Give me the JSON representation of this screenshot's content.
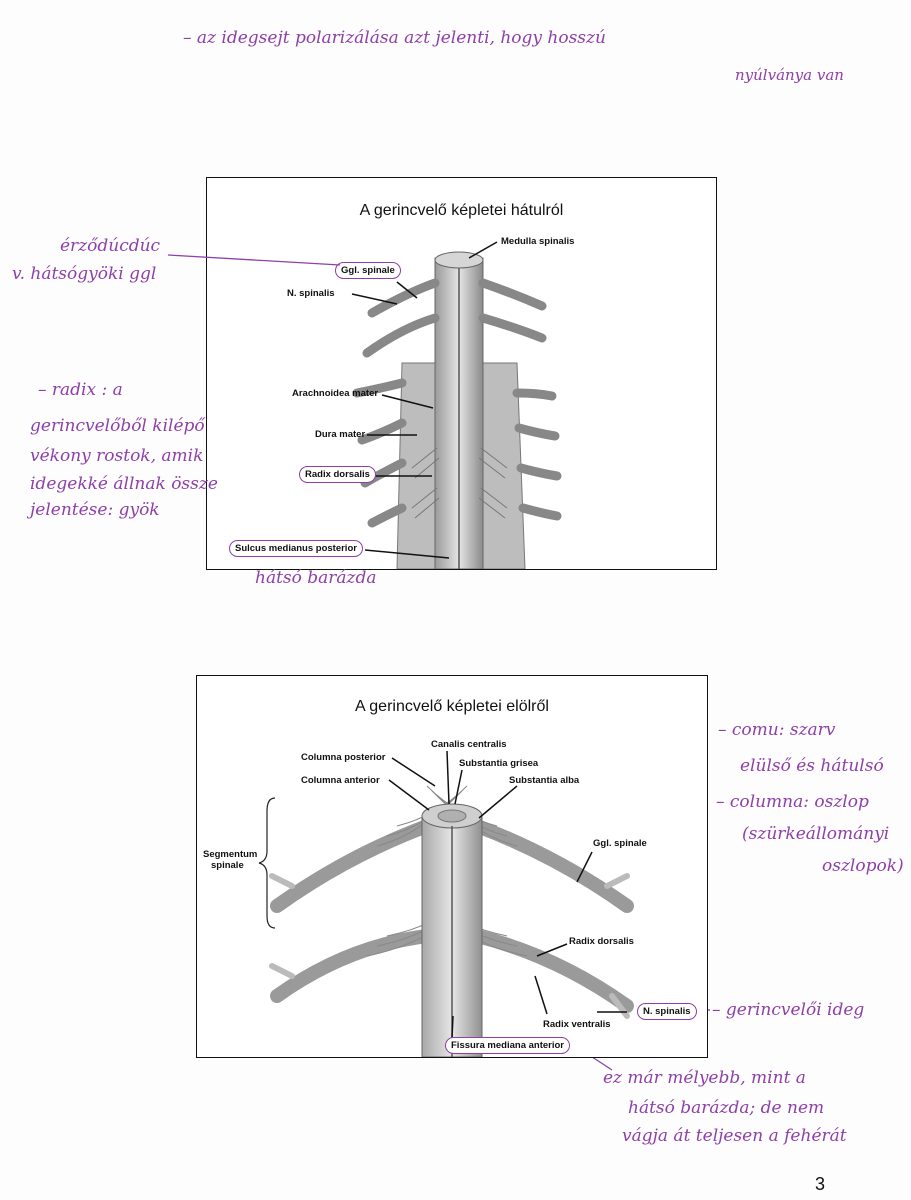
{
  "notes": {
    "top_line1": "– az idegsejt polarizálása azt jelenti, hogy hosszú",
    "top_line2": "nyúlványa van",
    "ggl_note_line1": "érződúcdúc",
    "ggl_note_line2": "v. hátsógyöki ggl",
    "radix_note": [
      "– radix : a",
      "gerincvelőből kilépő",
      "vékony rostok, amik",
      "idegekké állnak össze",
      "jelentése: gyök"
    ],
    "sulcus_note": "hátsó barázda",
    "right_notes": [
      "– comu: szarv",
      "elülső és hátulsó",
      "– columna: oszlop",
      "(szürkeállományi",
      "oszlopok)"
    ],
    "n_spinalis_note": "– gerincvelői ideg",
    "fissura_note": [
      "ez már mélyebb, mint a",
      "hátsó barázda; de nem",
      "vágja át teljesen a fehérát"
    ]
  },
  "slide1": {
    "title": "A gerincvelő képletei hátulról",
    "labels": {
      "medulla": "Medulla spinalis",
      "ggl": "Ggl. spinale",
      "nspinalis": "N. spinalis",
      "arachnoidea": "Arachnoidea mater",
      "dura": "Dura mater",
      "radix": "Radix dorsalis",
      "sulcus": "Sulcus medianus posterior"
    }
  },
  "slide2": {
    "title": "A gerincvelő képletei elölről",
    "labels": {
      "canalis": "Canalis centralis",
      "col_post": "Columna posterior",
      "subst_grisea": "Substantia grisea",
      "col_ant": "Columna anterior",
      "subst_alba": "Substantia alba",
      "segmentum": "Segmentum",
      "spinale": "spinale",
      "ggl": "Ggl. spinale",
      "radix_dorsalis": "Radix dorsalis",
      "nspinalis": "N. spinalis",
      "radix_ventralis": "Radix ventralis",
      "fissura": "Fissura mediana anterior"
    }
  },
  "page_number": "3",
  "colors": {
    "ink": "#8e3fa8",
    "line": "#111111"
  }
}
